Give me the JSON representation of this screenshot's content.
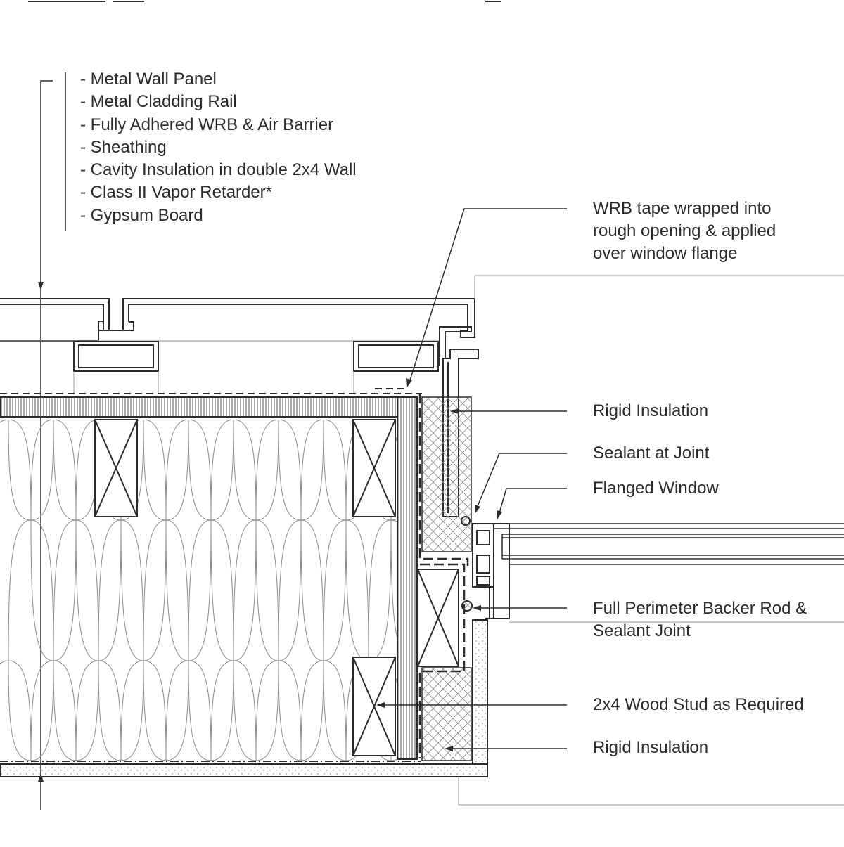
{
  "assembly_layers": [
    "- Metal Wall Panel",
    "- Metal Cladding Rail",
    "- Fully Adhered WRB & Air Barrier",
    "- Sheathing",
    "- Cavity Insulation in double 2x4 Wall",
    "- Class II Vapor Retarder*",
    "- Gypsum Board"
  ],
  "callouts": {
    "wrb_tape": [
      "WRB tape wrapped into",
      "rough opening & applied",
      "over window flange"
    ],
    "rigid_insulation_top": "Rigid Insulation",
    "sealant_joint": "Sealant at Joint",
    "flanged_window": "Flanged Window",
    "backer_rod": [
      "Full Perimeter Backer Rod &",
      "Sealant Joint"
    ],
    "wood_stud": "2x4 Wood Stud as Required",
    "rigid_insulation_bottom": "Rigid Insulation"
  },
  "colors": {
    "line": "#2b2b2b",
    "light_line": "#9a9a9a"
  }
}
